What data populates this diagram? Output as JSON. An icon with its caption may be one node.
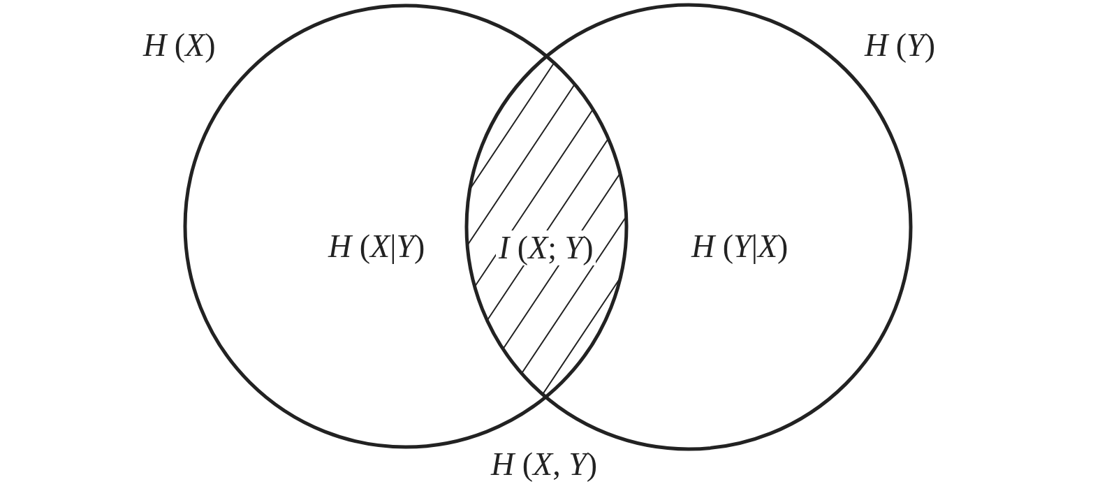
{
  "diagram": {
    "nodes": [
      {
        "text": [
          "*H* (*X*)",
          "*H* (*X*|*Y*)"
        ]
      },
      {
        "text": [
          "*H* (*Y*)",
          "*H* (*Y*|*X*)"
        ]
      }
    ],
    "labels": [
      "*I* (*X*; *Y*)",
      "*H* (*X*, *Y*)"
    ]
  }
}
